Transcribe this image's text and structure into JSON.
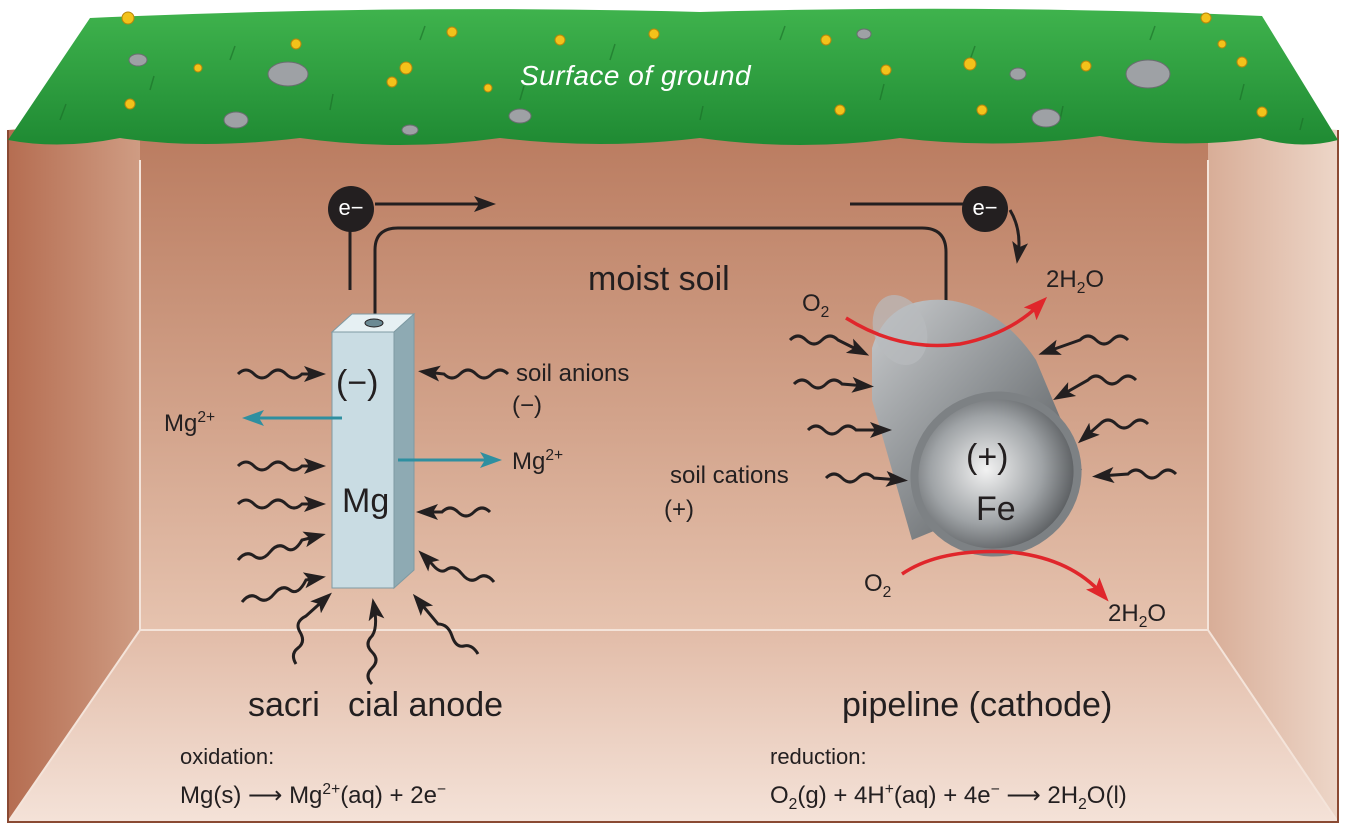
{
  "surface_label": "Surface of ground",
  "medium_label": "moist soil",
  "electron_label": "e−",
  "anode": {
    "charge": "(−)",
    "metal": "Mg",
    "ion_left": "Mg",
    "ion_left_charge": "2+",
    "ion_right": "Mg",
    "ion_right_charge": "2+",
    "soil_anions": "soil anions",
    "soil_anions_charge": "(−)",
    "name_part1": "sacri",
    "name_part2": "cial anode"
  },
  "cathode": {
    "charge": "(+)",
    "metal": "Fe",
    "soil_cations": "soil cations",
    "soil_cations_charge": "(+)",
    "o2_top": "O",
    "o2_top_sub": "2",
    "o2_bottom": "O",
    "o2_bottom_sub": "2",
    "water_top_a": "2H",
    "water_top_sub": "2",
    "water_top_b": "O",
    "water_bottom_a": "2H",
    "water_bottom_sub": "2",
    "water_bottom_b": "O",
    "name": "pipeline (cathode)"
  },
  "oxidation": {
    "heading": "oxidation:",
    "eq_a": "Mg(s) ⟶ Mg",
    "eq_sup": "2+",
    "eq_b": "(aq) + 2e",
    "eq_sup2": "−"
  },
  "reduction": {
    "heading": "reduction:",
    "eq_a": "O",
    "eq_sub": "2",
    "eq_b": "(g) + 4H",
    "eq_sup": "+",
    "eq_c": "(aq) + 4e",
    "eq_sup2": "−",
    "eq_d": " ⟶ 2H",
    "eq_sub2": "2",
    "eq_e": "O(l)"
  },
  "colors": {
    "grass": "#2e9e3e",
    "soil_back": "#c89075",
    "soil_side": "#b9765c",
    "soil_floor": "#e8c8b4",
    "anode": "#c9dce3",
    "ion_arrow": "#2e8fa0",
    "water_arrow": "#e0262b",
    "pipe": "#8d9194"
  }
}
